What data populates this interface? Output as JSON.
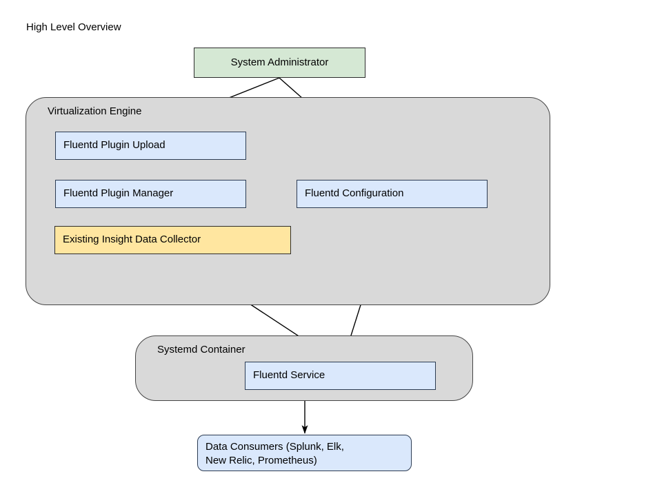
{
  "diagram": {
    "title": "High Level Overview",
    "background": "#ffffff",
    "colors": {
      "group_fill": "#d9d9d9",
      "group_stroke": "#444444",
      "blue_fill": "#dae8fc",
      "blue_stroke": "#2b3b52",
      "green_fill": "#d5e8d4",
      "green_stroke": "#2b2b2b",
      "yellow_fill": "#ffe6a0",
      "yellow_stroke": "#2b2b2b",
      "edge_stroke": "#000000",
      "text": "#000000"
    },
    "groups": [
      {
        "id": "virtualization-engine",
        "label": "Virtualization Engine"
      },
      {
        "id": "systemd-container",
        "label": "Systemd Container"
      }
    ],
    "nodes": [
      {
        "id": "system-administrator",
        "label": "System Administrator",
        "shape": "rect",
        "fill": "green"
      },
      {
        "id": "fluentd-plugin-upload",
        "label": "Fluentd Plugin Upload",
        "shape": "rect",
        "fill": "blue"
      },
      {
        "id": "fluentd-plugin-manager",
        "label": "Fluentd Plugin Manager",
        "shape": "rect",
        "fill": "blue"
      },
      {
        "id": "fluentd-configuration",
        "label": "Fluentd Configuration",
        "shape": "rect",
        "fill": "blue"
      },
      {
        "id": "existing-insight-data-collector",
        "label": "Existing Insight Data Collector",
        "shape": "rect",
        "fill": "yellow"
      },
      {
        "id": "fluentd-service",
        "label": "Fluentd Service",
        "shape": "rect",
        "fill": "blue"
      },
      {
        "id": "data-consumers",
        "label_line1": "Data Consumers (Splunk, Elk,",
        "label_line2": "New Relic, Prometheus)",
        "shape": "rounded-rect",
        "fill": "blue"
      }
    ],
    "edges": [
      {
        "from": "system-administrator",
        "to": "fluentd-plugin-upload",
        "arrow": "end"
      },
      {
        "from": "system-administrator",
        "to": "fluentd-configuration",
        "arrow": "end"
      },
      {
        "from": "fluentd-plugin-upload",
        "to": "fluentd-plugin-manager",
        "arrow": "end"
      },
      {
        "from": "fluentd-plugin-manager",
        "to": "fluentd-configuration",
        "arrow": "end"
      },
      {
        "from": "fluentd-configuration",
        "to": "fluentd-service",
        "arrow": "end"
      },
      {
        "from": "existing-insight-data-collector",
        "to": "fluentd-service",
        "arrow": "end"
      },
      {
        "from": "fluentd-service",
        "to": "data-consumers",
        "arrow": "end"
      }
    ]
  }
}
